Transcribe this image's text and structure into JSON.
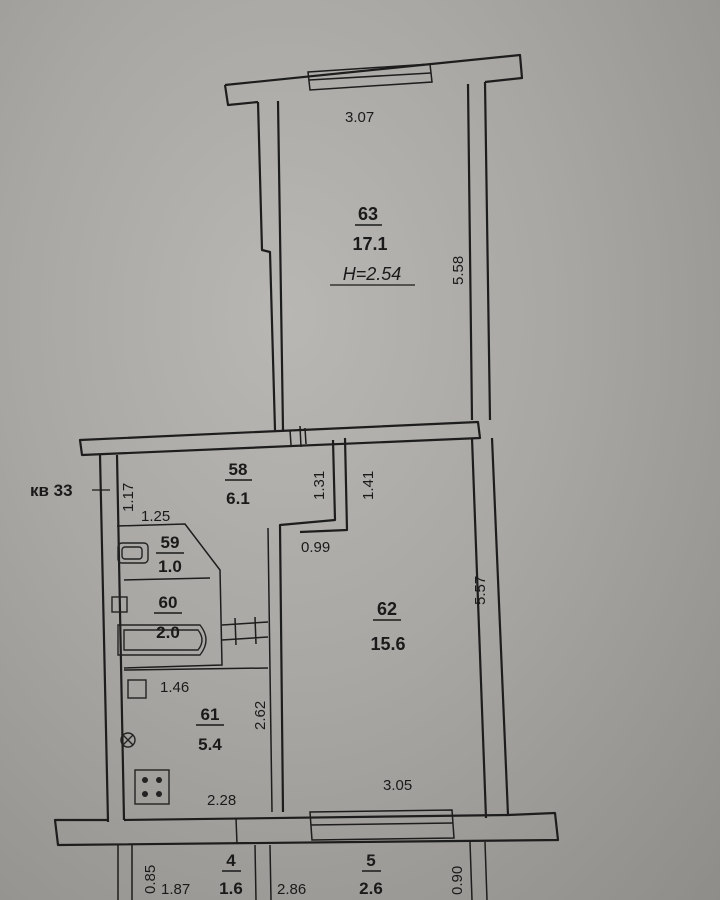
{
  "rooms": {
    "r63": {
      "number": "63",
      "area": "17.1",
      "height": "H=2.54"
    },
    "r58": {
      "number": "58",
      "area": "6.1"
    },
    "r59": {
      "number": "59",
      "area": "1.0"
    },
    "r60": {
      "number": "60",
      "area": "2.0"
    },
    "r61": {
      "number": "61",
      "area": "5.4"
    },
    "r62": {
      "number": "62",
      "area": "15.6"
    },
    "r4": {
      "number": "4",
      "area": "1.6"
    },
    "r5": {
      "number": "5",
      "area": "2.6"
    }
  },
  "apartment_label": "кв 33",
  "dimensions": {
    "d307": "3.07",
    "d558": "5.58",
    "d117": "1.17",
    "d125": "1.25",
    "d131": "1.31",
    "d141": "1.41",
    "d099": "0.99",
    "d557": "5.57",
    "d146": "1.46",
    "d262": "2.62",
    "d228": "2.28",
    "d305": "3.05",
    "d085": "0.85",
    "d187": "1.87",
    "d286": "2.86",
    "d090": "0.90"
  }
}
